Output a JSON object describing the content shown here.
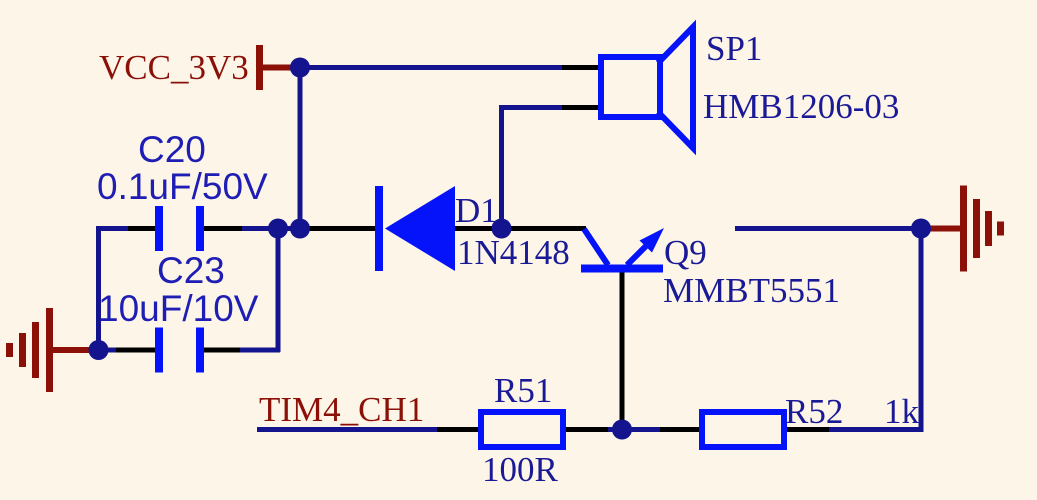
{
  "colors": {
    "bg": "#FDF6E8",
    "wire": "#14148F",
    "pin": "#000000",
    "comp": "#0513FA",
    "maroon": "#8B1008",
    "text-navy": "#1A1A96",
    "text-cap": "#1E1EB4"
  },
  "power": {
    "vcc_label": "VCC_3V3"
  },
  "nets": {
    "tim4_label": "TIM4_CH1"
  },
  "components": {
    "c20": {
      "designator": "C20",
      "value": "0.1uF/50V"
    },
    "c23": {
      "designator": "C23",
      "value": "10uF/10V"
    },
    "d1": {
      "designator": "D1",
      "value": "1N4148"
    },
    "sp1": {
      "designator": "SP1",
      "value": "HMB1206-03"
    },
    "q9": {
      "designator": "Q9",
      "value": "MMBT5551"
    },
    "r51": {
      "designator": "R51",
      "value": "100R"
    },
    "r52": {
      "designator": "R52",
      "value": "1k"
    }
  }
}
